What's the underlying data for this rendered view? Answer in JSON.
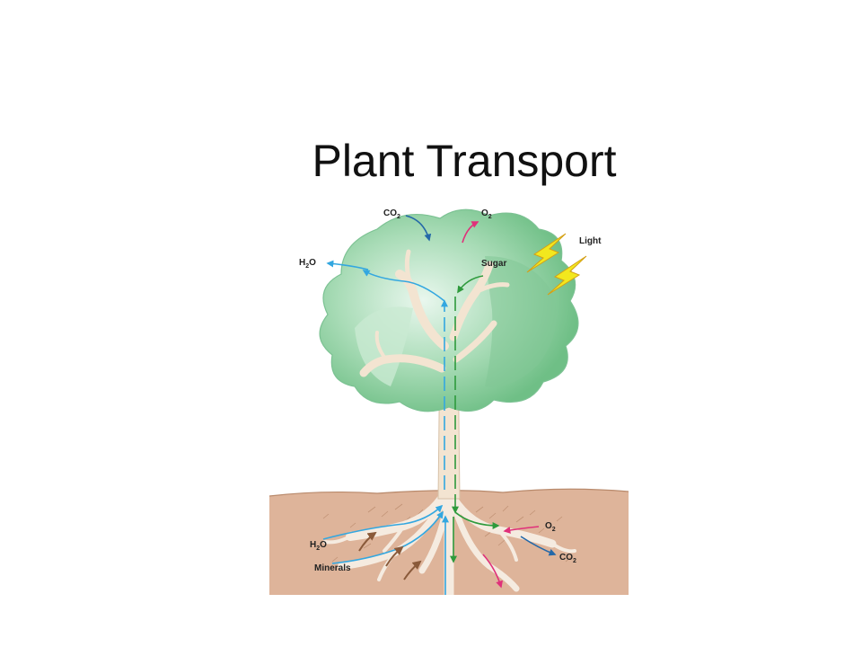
{
  "slide": {
    "title": "Plant Transport"
  },
  "diagram": {
    "labels": {
      "co2_top": "CO",
      "o2_top": "O",
      "h2o_left": "H",
      "sugar": "Sugar",
      "light": "Light",
      "o2_root": "O",
      "co2_root": "CO",
      "h2o_root": "H",
      "minerals": "Minerals"
    },
    "subscripts": {
      "two": "2"
    },
    "suffix": {
      "o": "O"
    },
    "colors": {
      "water": "#33a7e0",
      "sugar": "#2e9a3c",
      "oxygen": "#e0307a",
      "co2": "#2468a8",
      "minerals": "#8a5a3a",
      "soil": "#deb49a",
      "canopy": "#8fd1a4",
      "trunk": "#f3e4d1",
      "light": "#f2e81e"
    }
  }
}
